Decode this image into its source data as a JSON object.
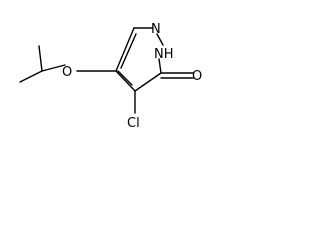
{
  "structure": {
    "atoms": {
      "n1": "N",
      "nh": "NH",
      "o_ketone": "O",
      "cl": "Cl",
      "o_ether": "O"
    }
  }
}
